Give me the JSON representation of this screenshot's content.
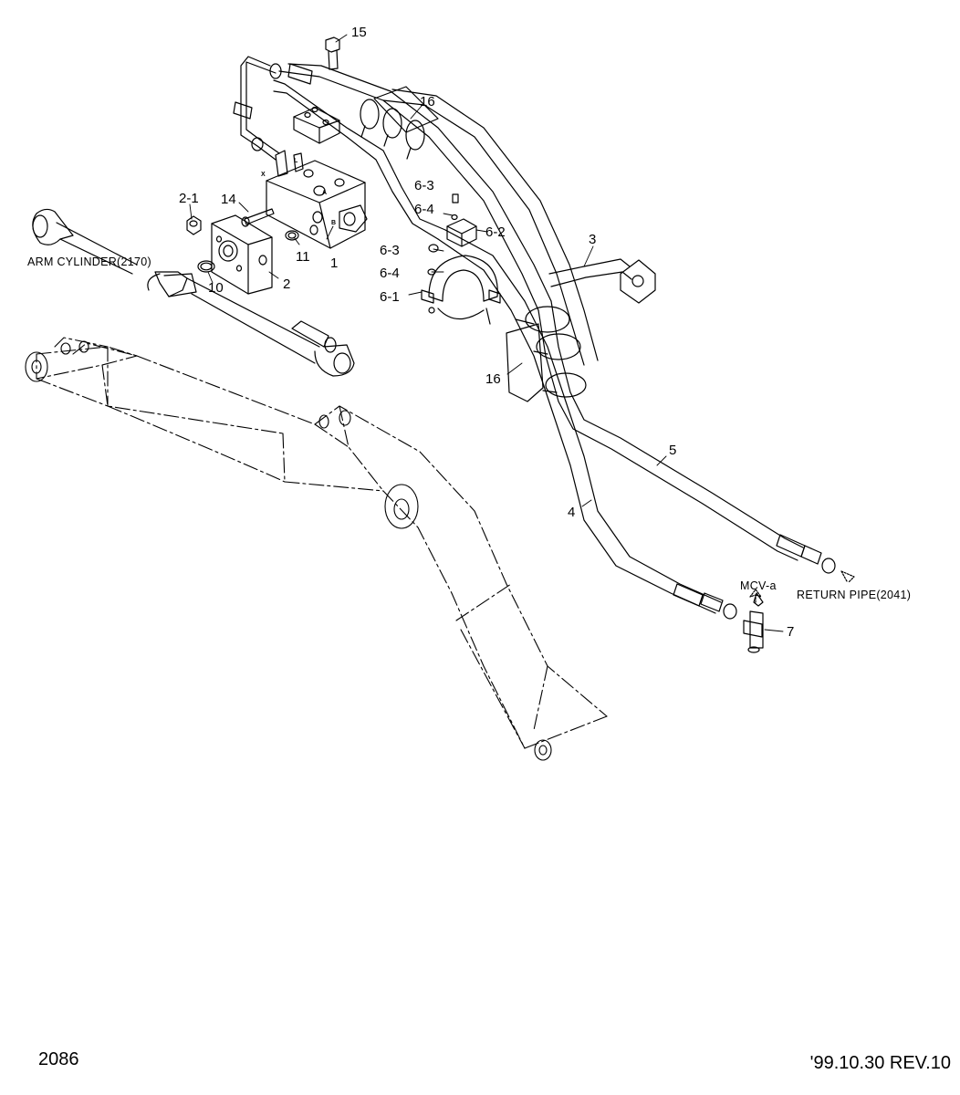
{
  "callouts": {
    "c1": "1",
    "c2": "2",
    "c2_1": "2-1",
    "c3": "3",
    "c4": "4",
    "c5": "5",
    "c6_1": "6-1",
    "c6_2": "6-2",
    "c6_3a": "6-3",
    "c6_3b": "6-3",
    "c6_4a": "6-4",
    "c6_4b": "6-4",
    "c7": "7",
    "c10": "10",
    "c11": "11",
    "c14": "14",
    "c15": "15",
    "c16a": "16",
    "c16b": "16"
  },
  "references": {
    "arm_cylinder": "ARM CYLINDER(2170)",
    "return_pipe": "RETURN PIPE(2041)",
    "mcv": "MCV-a"
  },
  "port_marks": {
    "x": "X",
    "l": "L",
    "a": "A",
    "b": "B"
  },
  "footer": {
    "page_number": "2086",
    "revision": "'99.10.30  REV.10"
  }
}
